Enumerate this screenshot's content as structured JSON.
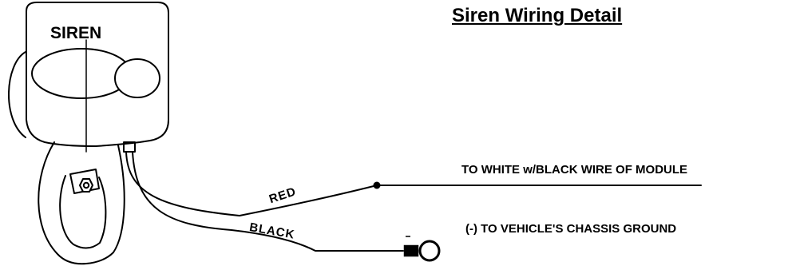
{
  "diagram": {
    "title": "Siren Wiring Detail",
    "siren_label": "SIREN",
    "wires": {
      "red_label": "RED",
      "black_label": "BLACK"
    },
    "connections": {
      "module_label": "TO WHITE w/BLACK WIRE OF MODULE",
      "ground_label": "(-) TO VEHICLE'S CHASSIS GROUND"
    }
  }
}
